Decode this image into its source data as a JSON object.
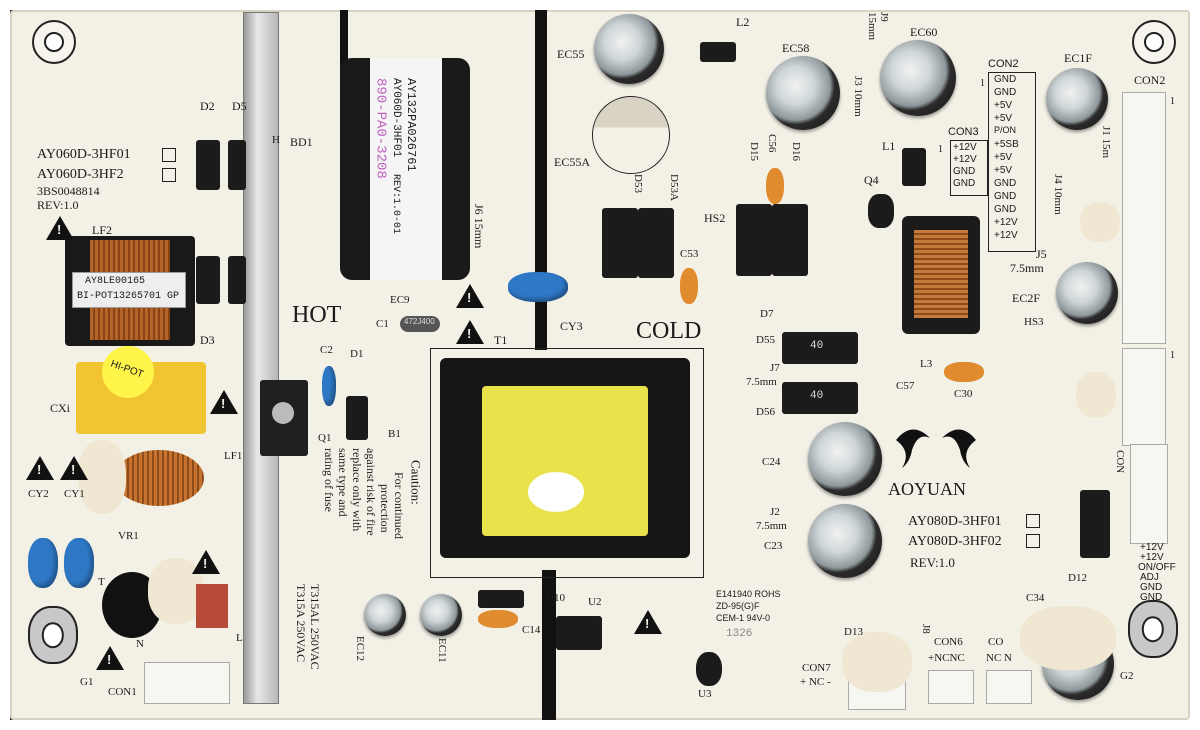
{
  "board": {
    "model_left_1": "AY060D-3HF01",
    "model_left_2": "AY060D-3HF2",
    "part_no": "3BS0048814",
    "rev_left": "REV:1.0",
    "model_right_1": "AY080D-3HF01",
    "model_right_2": "AY080D-3HF02",
    "rev_right": "REV:1.0",
    "brand": "AOYUAN",
    "hot": "HOT",
    "cold": "COLD",
    "caution_title": "Caution:",
    "caution_lines": [
      "For continued",
      "protection",
      "against risk of fire",
      "replace only with",
      "same type and",
      "rating of fuse"
    ],
    "fuse_1": "T315AL 250VAC",
    "fuse_2": "T315A 250VAC",
    "ul_line1": "E141940 ROHS",
    "ul_line2": "ZD-95(G)F",
    "ul_line3": "CEM-1 94V-0",
    "date_code": "1326",
    "sticker_line1": "AY132PA026761",
    "sticker_line2": "AY060D-3HF01",
    "sticker_rev": "REV:1.0-01",
    "sticker_pink": "890-PA0-3208",
    "lf2_label1": "AY8LE00165",
    "lf2_label2": "BI-POT13265701 GP",
    "hipot": "HI-POT",
    "ec9_text": "472J400"
  },
  "refs": {
    "EC55": "EC55",
    "L2": "L2",
    "EC58": "EC58",
    "J9": "J9",
    "mm15": "15mm",
    "EC60": "EC60",
    "CON2": "CON2",
    "CON2b": "CON2",
    "EC1F": "EC1F",
    "J3": "J3 10mm",
    "J1": "J1 15m",
    "D2": "D2",
    "D5": "D5",
    "BD1": "BD1",
    "J6": "J6 15mm",
    "EC55A": "EC55A",
    "D53": "D53",
    "D53A": "D53A",
    "HS2": "HS2",
    "D15": "D15",
    "C56": "C56",
    "D16": "D16",
    "L1": "L1",
    "CON3": "CON3",
    "Q4": "Q4",
    "J4": "J4 10mm",
    "J5": "J5",
    "J5mm": "7.5mm",
    "EC2F": "EC2F",
    "LF2": "LF2",
    "D3": "D3",
    "EC9": "EC9",
    "C1": "C1",
    "T1": "T1",
    "CY3": "CY3",
    "C53": "C53",
    "D7": "D7",
    "HS3": "HS3",
    "L3": "L3",
    "C30": "C30",
    "D55": "D55",
    "J7": "J7",
    "J7mm": "7.5mm",
    "C57": "C57",
    "D56": "D56",
    "C2": "C2",
    "D1": "D1",
    "Q1": "Q1",
    "B1": "B1",
    "CX": "CXi",
    "LF1": "LF1",
    "C24": "C24",
    "J2": "J2",
    "J2mm": "7.5mm",
    "C23": "C23",
    "CY2": "CY2",
    "CY1": "CY1",
    "VR1": "VR1",
    "T": "T",
    "N": "N",
    "L": "L",
    "G1": "G1",
    "CON1": "CON1",
    "EC12": "EC12",
    "EC11": "EC11",
    "D10": "D10",
    "U2": "U2",
    "C14": "C14",
    "U3": "U3",
    "D13": "D13",
    "J8": "J8",
    "CON6": "CON6",
    "CON6pins": "+NCNC",
    "CON7": "CON7",
    "CON7pins": "+ NC -",
    "CON5": "CO",
    "CON5pins": "NC N",
    "D12": "D12",
    "C34": "C34",
    "G2": "G2",
    "CON4": "CON",
    "H": "H",
    "pin1a": "1",
    "pin1b": "1",
    "pin1c": "1",
    "pin1d": "1"
  },
  "con2_pins": [
    "GND",
    "GND",
    "+5V",
    "+5V",
    "P/ON",
    "+5SB",
    "+5V",
    "+5V",
    "GND",
    "GND",
    "GND",
    "+12V",
    "+12V"
  ],
  "con3_pins": [
    "+12V",
    "+12V",
    "GND",
    "GND"
  ],
  "con4_pins": [
    "+12V",
    "+12V",
    "ON/OFF",
    "ADJ",
    "GND",
    "GND"
  ],
  "diode_marks": {
    "d55": "40",
    "d56": "40"
  }
}
